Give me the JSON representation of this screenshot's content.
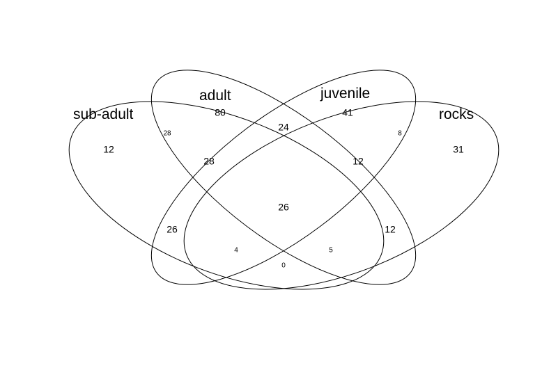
{
  "diagram": {
    "sets": [
      "sub-adult",
      "adult",
      "juvenile",
      "rocks"
    ],
    "regions": [
      {
        "sets": [
          "sub-adult"
        ],
        "count": "12"
      },
      {
        "sets": [
          "adult"
        ],
        "count": "80"
      },
      {
        "sets": [
          "juvenile"
        ],
        "count": "41"
      },
      {
        "sets": [
          "rocks"
        ],
        "count": "31"
      },
      {
        "sets": [
          "sub-adult",
          "adult"
        ],
        "count": "28"
      },
      {
        "sets": [
          "adult",
          "juvenile"
        ],
        "count": "24"
      },
      {
        "sets": [
          "juvenile",
          "rocks"
        ],
        "count": "8"
      },
      {
        "sets": [
          "sub-adult",
          "adult",
          "juvenile"
        ],
        "count": "28"
      },
      {
        "sets": [
          "adult",
          "juvenile",
          "rocks"
        ],
        "count": "12"
      },
      {
        "sets": [
          "sub-adult",
          "adult",
          "juvenile",
          "rocks"
        ],
        "count": "26"
      },
      {
        "sets": [
          "sub-adult",
          "juvenile"
        ],
        "count": "26"
      },
      {
        "sets": [
          "adult",
          "rocks"
        ],
        "count": "12"
      },
      {
        "sets": [
          "sub-adult",
          "juvenile",
          "rocks"
        ],
        "count": "4"
      },
      {
        "sets": [
          "sub-adult",
          "adult",
          "rocks"
        ],
        "count": "5"
      },
      {
        "sets": [
          "sub-adult",
          "rocks"
        ],
        "count": "0"
      }
    ]
  }
}
